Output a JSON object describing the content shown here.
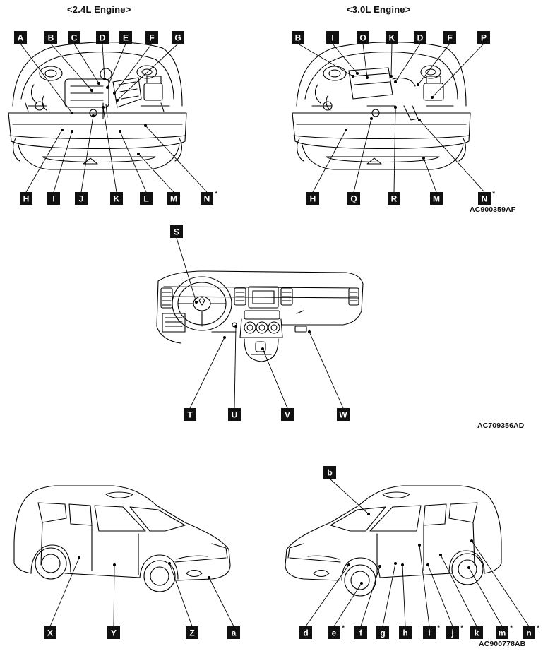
{
  "headers": {
    "engine_24": "<2.4L Engine>",
    "engine_30": "<3.0L Engine>"
  },
  "figure_codes": {
    "engine": "AC900359AF",
    "dashboard": "AC709356AD",
    "body": "AC900778AB"
  },
  "engine_24_labels": [
    "A",
    "B",
    "C",
    "D",
    "E",
    "F",
    "G",
    "H",
    "I",
    "J",
    "K",
    "L",
    "M",
    "N"
  ],
  "engine_30_labels": [
    "B",
    "I",
    "O",
    "K",
    "D",
    "F",
    "P",
    "H",
    "Q",
    "R",
    "M",
    "N"
  ],
  "dashboard_labels": [
    "S",
    "T",
    "U",
    "V",
    "W"
  ],
  "body_left_labels": [
    "X",
    "Y",
    "Z",
    "a"
  ],
  "body_right_labels": [
    "b",
    "d",
    "e",
    "f",
    "g",
    "h",
    "i",
    "j",
    "k",
    "m",
    "n"
  ],
  "asterisk_marked": [
    "N",
    "e",
    "i",
    "j",
    "m",
    "n"
  ],
  "asterisk_symbol": "*"
}
